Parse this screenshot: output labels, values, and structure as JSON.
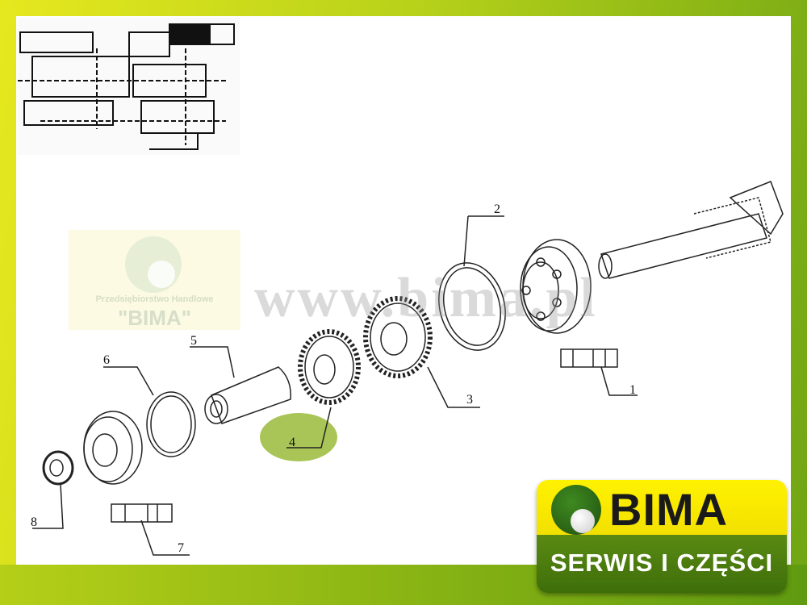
{
  "watermark": {
    "url": "www.bima.pl",
    "company": "Przedsiębiorstwo Handlowe",
    "name": "\"BIMA\""
  },
  "callouts": [
    "1",
    "2",
    "3",
    "4",
    "5",
    "6",
    "7",
    "8"
  ],
  "highlighted_part": "4",
  "logo": {
    "name": "BIMA",
    "tagline": "SERWIS I CZĘŚCI"
  },
  "colors": {
    "highlight": "#9bbb3a",
    "logo_yellow": "#fff200",
    "logo_green": "#4a7c0e"
  }
}
